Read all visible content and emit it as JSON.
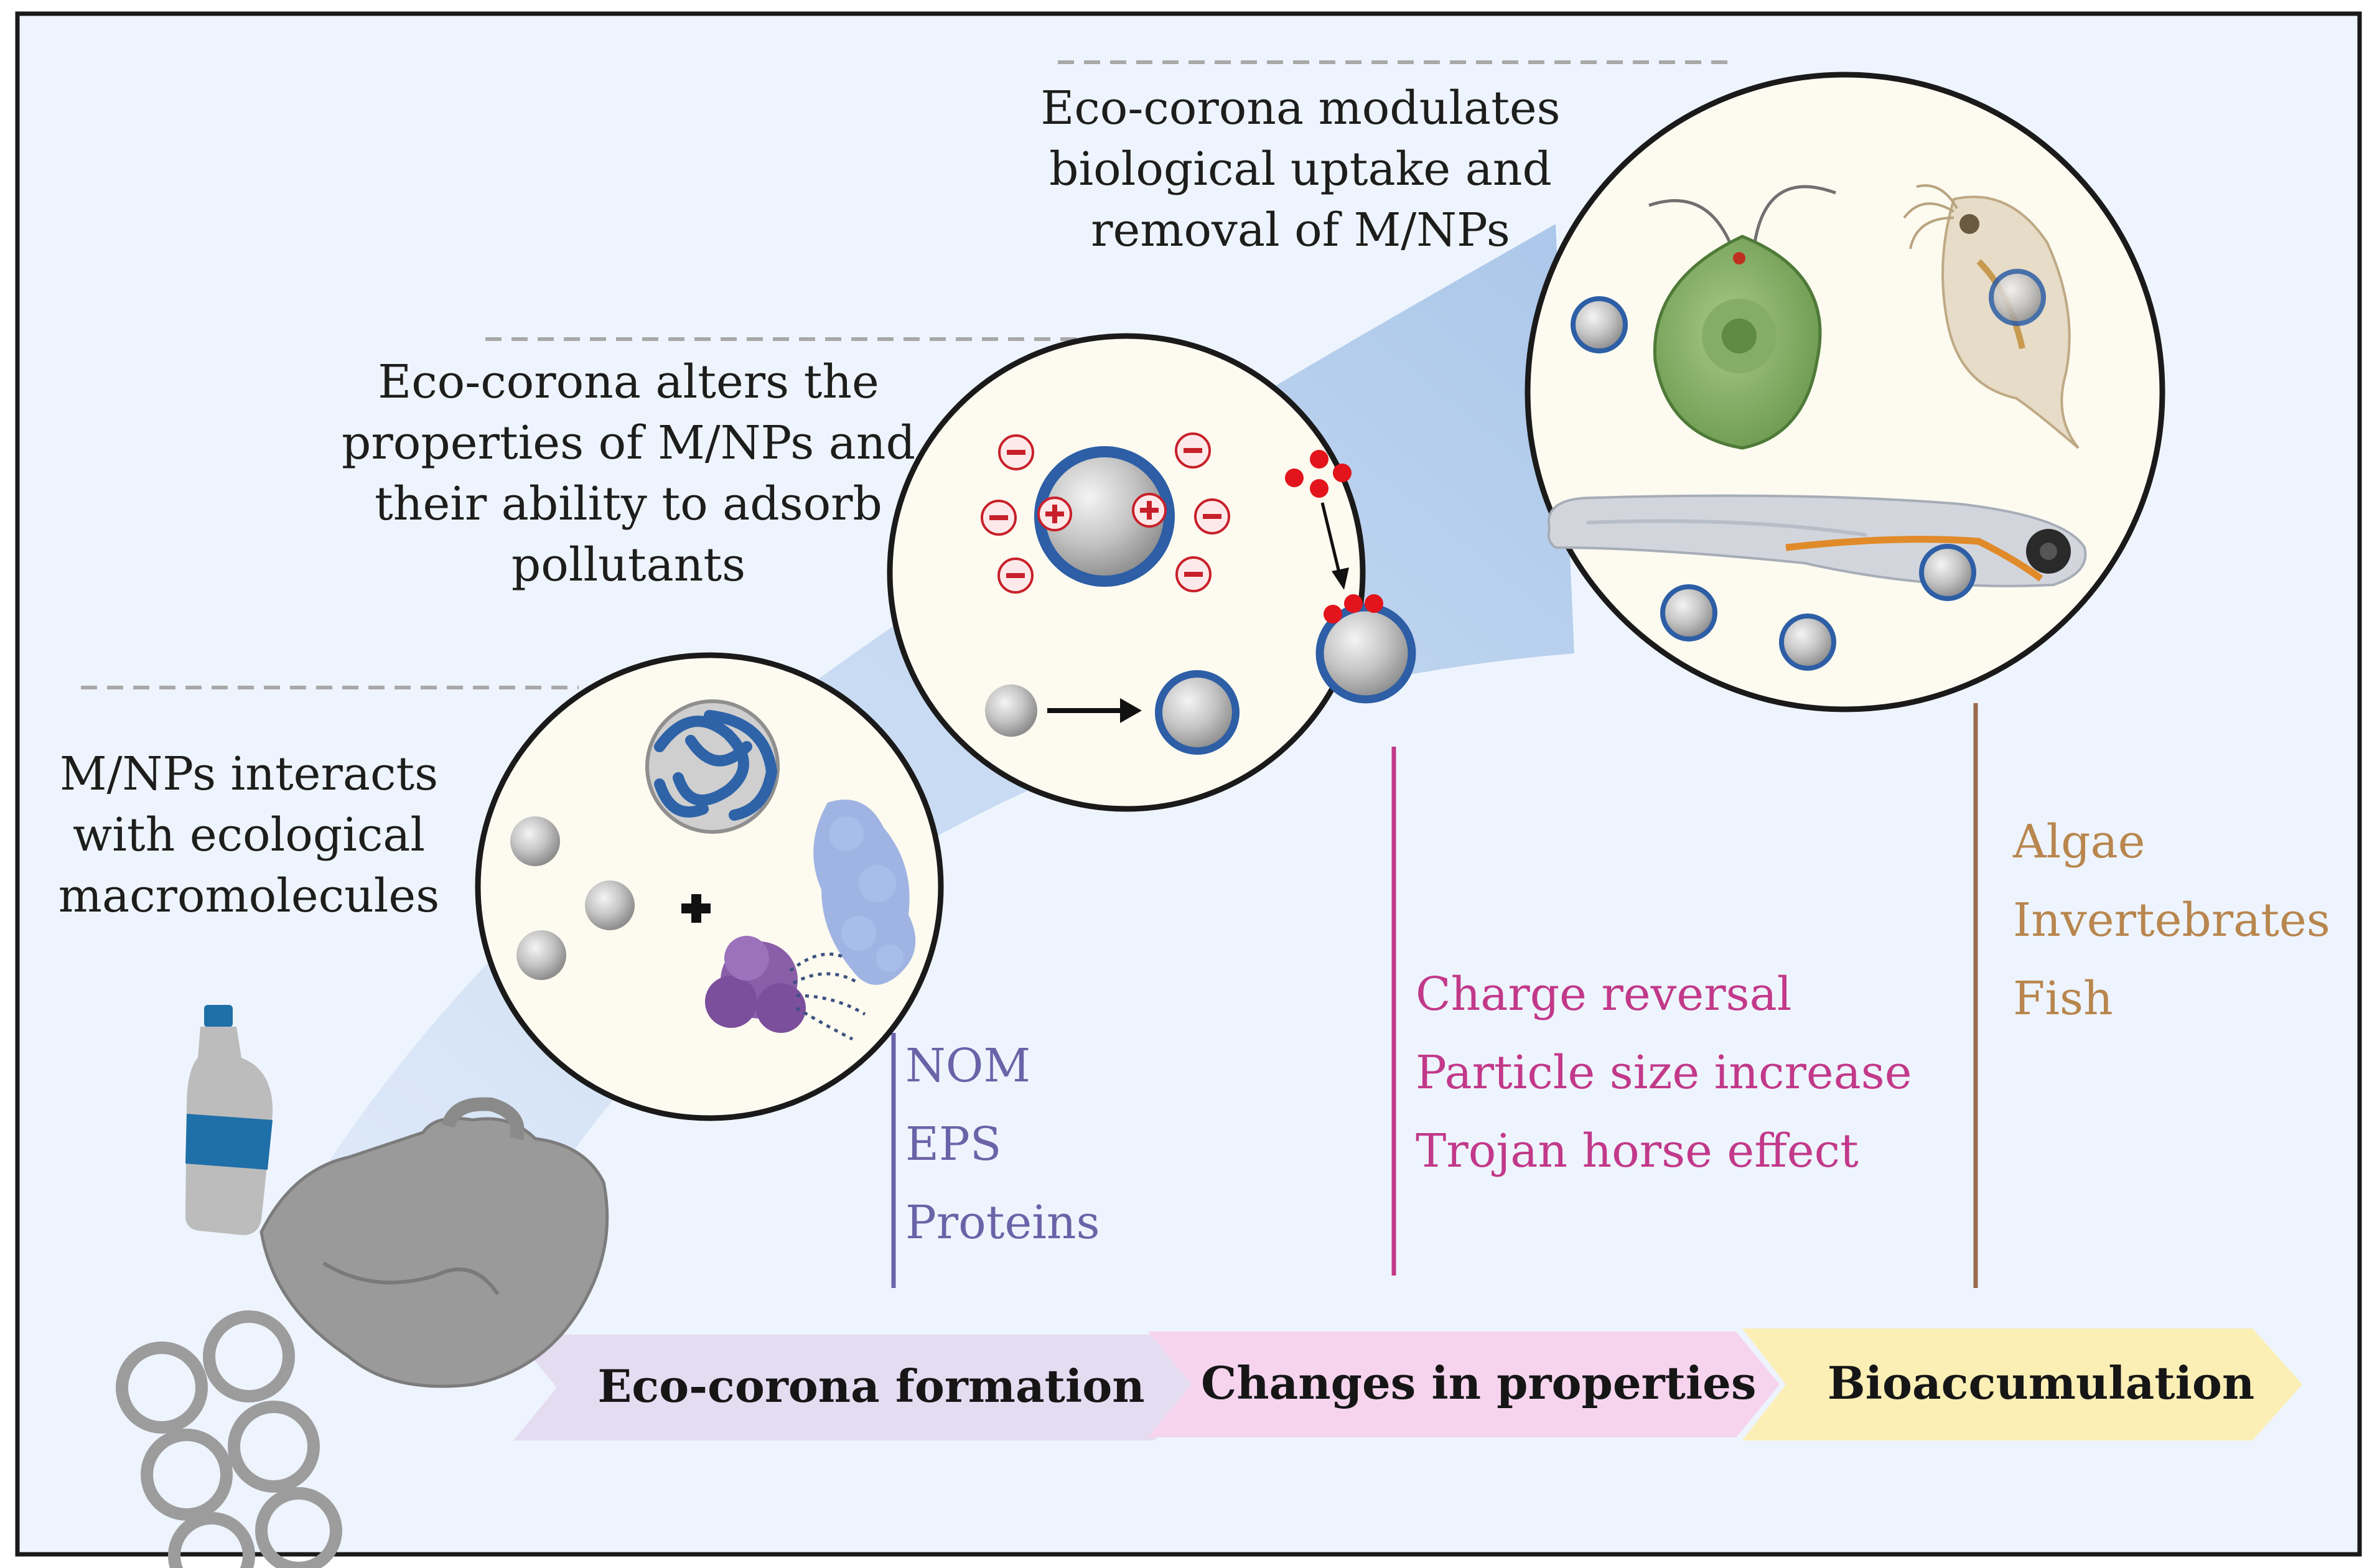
{
  "annotations": {
    "interaction": [
      "M/NPs interacts",
      "with ecological",
      "macromolecules"
    ],
    "properties": [
      "Eco-corona alters the",
      "properties of M/NPs and",
      "their ability to adsorb",
      "pollutants"
    ],
    "uptake": [
      "Eco-corona modulates",
      "biological uptake and",
      "removal of M/NPs"
    ]
  },
  "lists": {
    "macromolecules": [
      "NOM",
      "EPS",
      "Proteins"
    ],
    "changes": [
      "Charge reversal",
      "Particle size increase",
      "Trojan horse effect"
    ],
    "organisms": [
      "Algae",
      "Invertebrates",
      "Fish"
    ]
  },
  "stages": [
    "Eco-corona formation",
    "Changes in properties",
    "Bioaccumulation"
  ],
  "colors": {
    "background": "#eef4fd",
    "macromolecule_list": "#6b63a8",
    "changes_list": "#c2398a",
    "organisms_list": "#b8864e",
    "stage1_arrow": "#e4dcf1",
    "stage2_arrow": "#f6d4ee",
    "stage3_arrow": "#fcefb6"
  }
}
